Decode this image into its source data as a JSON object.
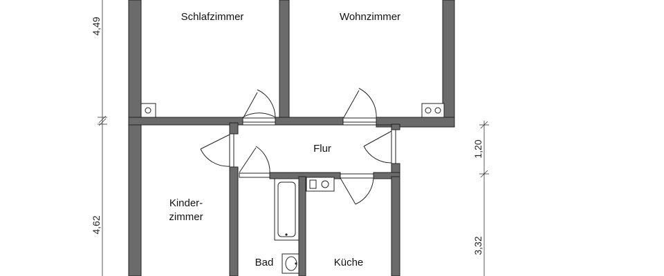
{
  "rooms": {
    "schlafzimmer": "Schlafzimmer",
    "wohnzimmer": "Wohnzimmer",
    "flur": "Flur",
    "kinderzimmer_line1": "Kinder-",
    "kinderzimmer_line2": "zimmer",
    "bad": "Bad",
    "kueche": "Küche"
  },
  "dimensions": {
    "left_upper": "4,49",
    "left_lower": "4,62",
    "right_upper": "1,20",
    "right_lower": "3,32"
  },
  "colors": {
    "wall_fill": "#6b6b6b",
    "line": "#222222",
    "background": "#ffffff"
  }
}
